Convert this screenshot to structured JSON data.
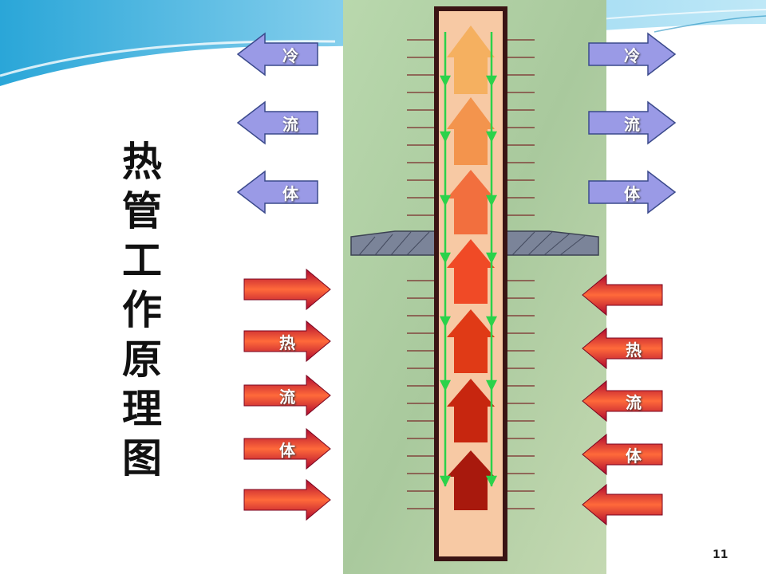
{
  "slide": {
    "title_chars": [
      "热",
      "管",
      "工",
      "作",
      "原",
      "理",
      "图"
    ],
    "page_number": "11"
  },
  "cold_fluid": {
    "chars": [
      "冷",
      "流",
      "体"
    ],
    "color": "#9a9ae6"
  },
  "hot_fluid": {
    "left_chars": [
      "热",
      "流",
      "体"
    ],
    "right_chars": [
      "热",
      "流",
      "体"
    ],
    "color": "#c8123a"
  },
  "heat_pipe": {
    "wall_color": "#3a1414",
    "fill_color": "#f7c9a4",
    "flow_color": "#2bd24a"
  }
}
